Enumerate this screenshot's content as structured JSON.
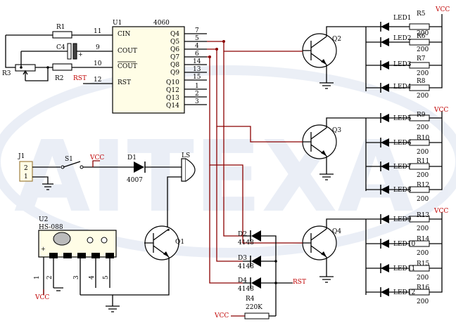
{
  "ic": {
    "ref": "U1",
    "part": "4060",
    "left_pins": [
      {
        "name": "CIN",
        "num": "11"
      },
      {
        "name": "COUT",
        "num": "9"
      },
      {
        "name": "COUT",
        "num": "10"
      },
      {
        "name": "RST",
        "num": "12"
      }
    ],
    "right_pins": [
      {
        "name": "Q4",
        "num": "7"
      },
      {
        "name": "Q5",
        "num": "5"
      },
      {
        "name": "Q6",
        "num": "4"
      },
      {
        "name": "Q7",
        "num": "6"
      },
      {
        "name": "Q8",
        "num": "14"
      },
      {
        "name": "Q9",
        "num": "13"
      },
      {
        "name": "Q10",
        "num": "15"
      },
      {
        "name": "Q12",
        "num": "1"
      },
      {
        "name": "Q13",
        "num": "2"
      },
      {
        "name": "Q14",
        "num": "3"
      }
    ]
  },
  "nets": {
    "vcc": "VCC",
    "rst": "RST"
  },
  "parts": {
    "R1": "R1",
    "R2": "R2",
    "R3": "R3",
    "C4": "C4",
    "Q1": "Q1",
    "Q2": "Q2",
    "Q3": "Q3",
    "Q4": "Q4",
    "J1": "J1",
    "J1_pin2": "2",
    "J1_pin1": "1",
    "S1": "S1",
    "D1": "D1",
    "D1_part": "4007",
    "LS": "LS",
    "U2": "U2",
    "U2_part": "HS-088",
    "D2": "D2",
    "D2_part": "4148",
    "D3": "D3",
    "D3_part": "4148",
    "D4": "D4",
    "D4_part": "4148",
    "R4": "R4",
    "R4_value": "220K"
  },
  "leds": [
    {
      "name": "LED1",
      "r": "R5",
      "v": "200"
    },
    {
      "name": "LED2",
      "r": "R6",
      "v": "200"
    },
    {
      "name": "LED3",
      "r": "R7",
      "v": "200"
    },
    {
      "name": "LED4",
      "r": "R8",
      "v": "200"
    },
    {
      "name": "LED5",
      "r": "R9",
      "v": "200"
    },
    {
      "name": "LED6",
      "r": "R10",
      "v": "200"
    },
    {
      "name": "LED7",
      "r": "R11",
      "v": "200"
    },
    {
      "name": "LED8",
      "r": "R12",
      "v": "200"
    },
    {
      "name": "LED9",
      "r": "R13",
      "v": "200"
    },
    {
      "name": "LED10",
      "r": "R14",
      "v": "200"
    },
    {
      "name": "LED11",
      "r": "R15",
      "v": "200"
    },
    {
      "name": "LED12",
      "r": "R16",
      "v": "200"
    }
  ]
}
